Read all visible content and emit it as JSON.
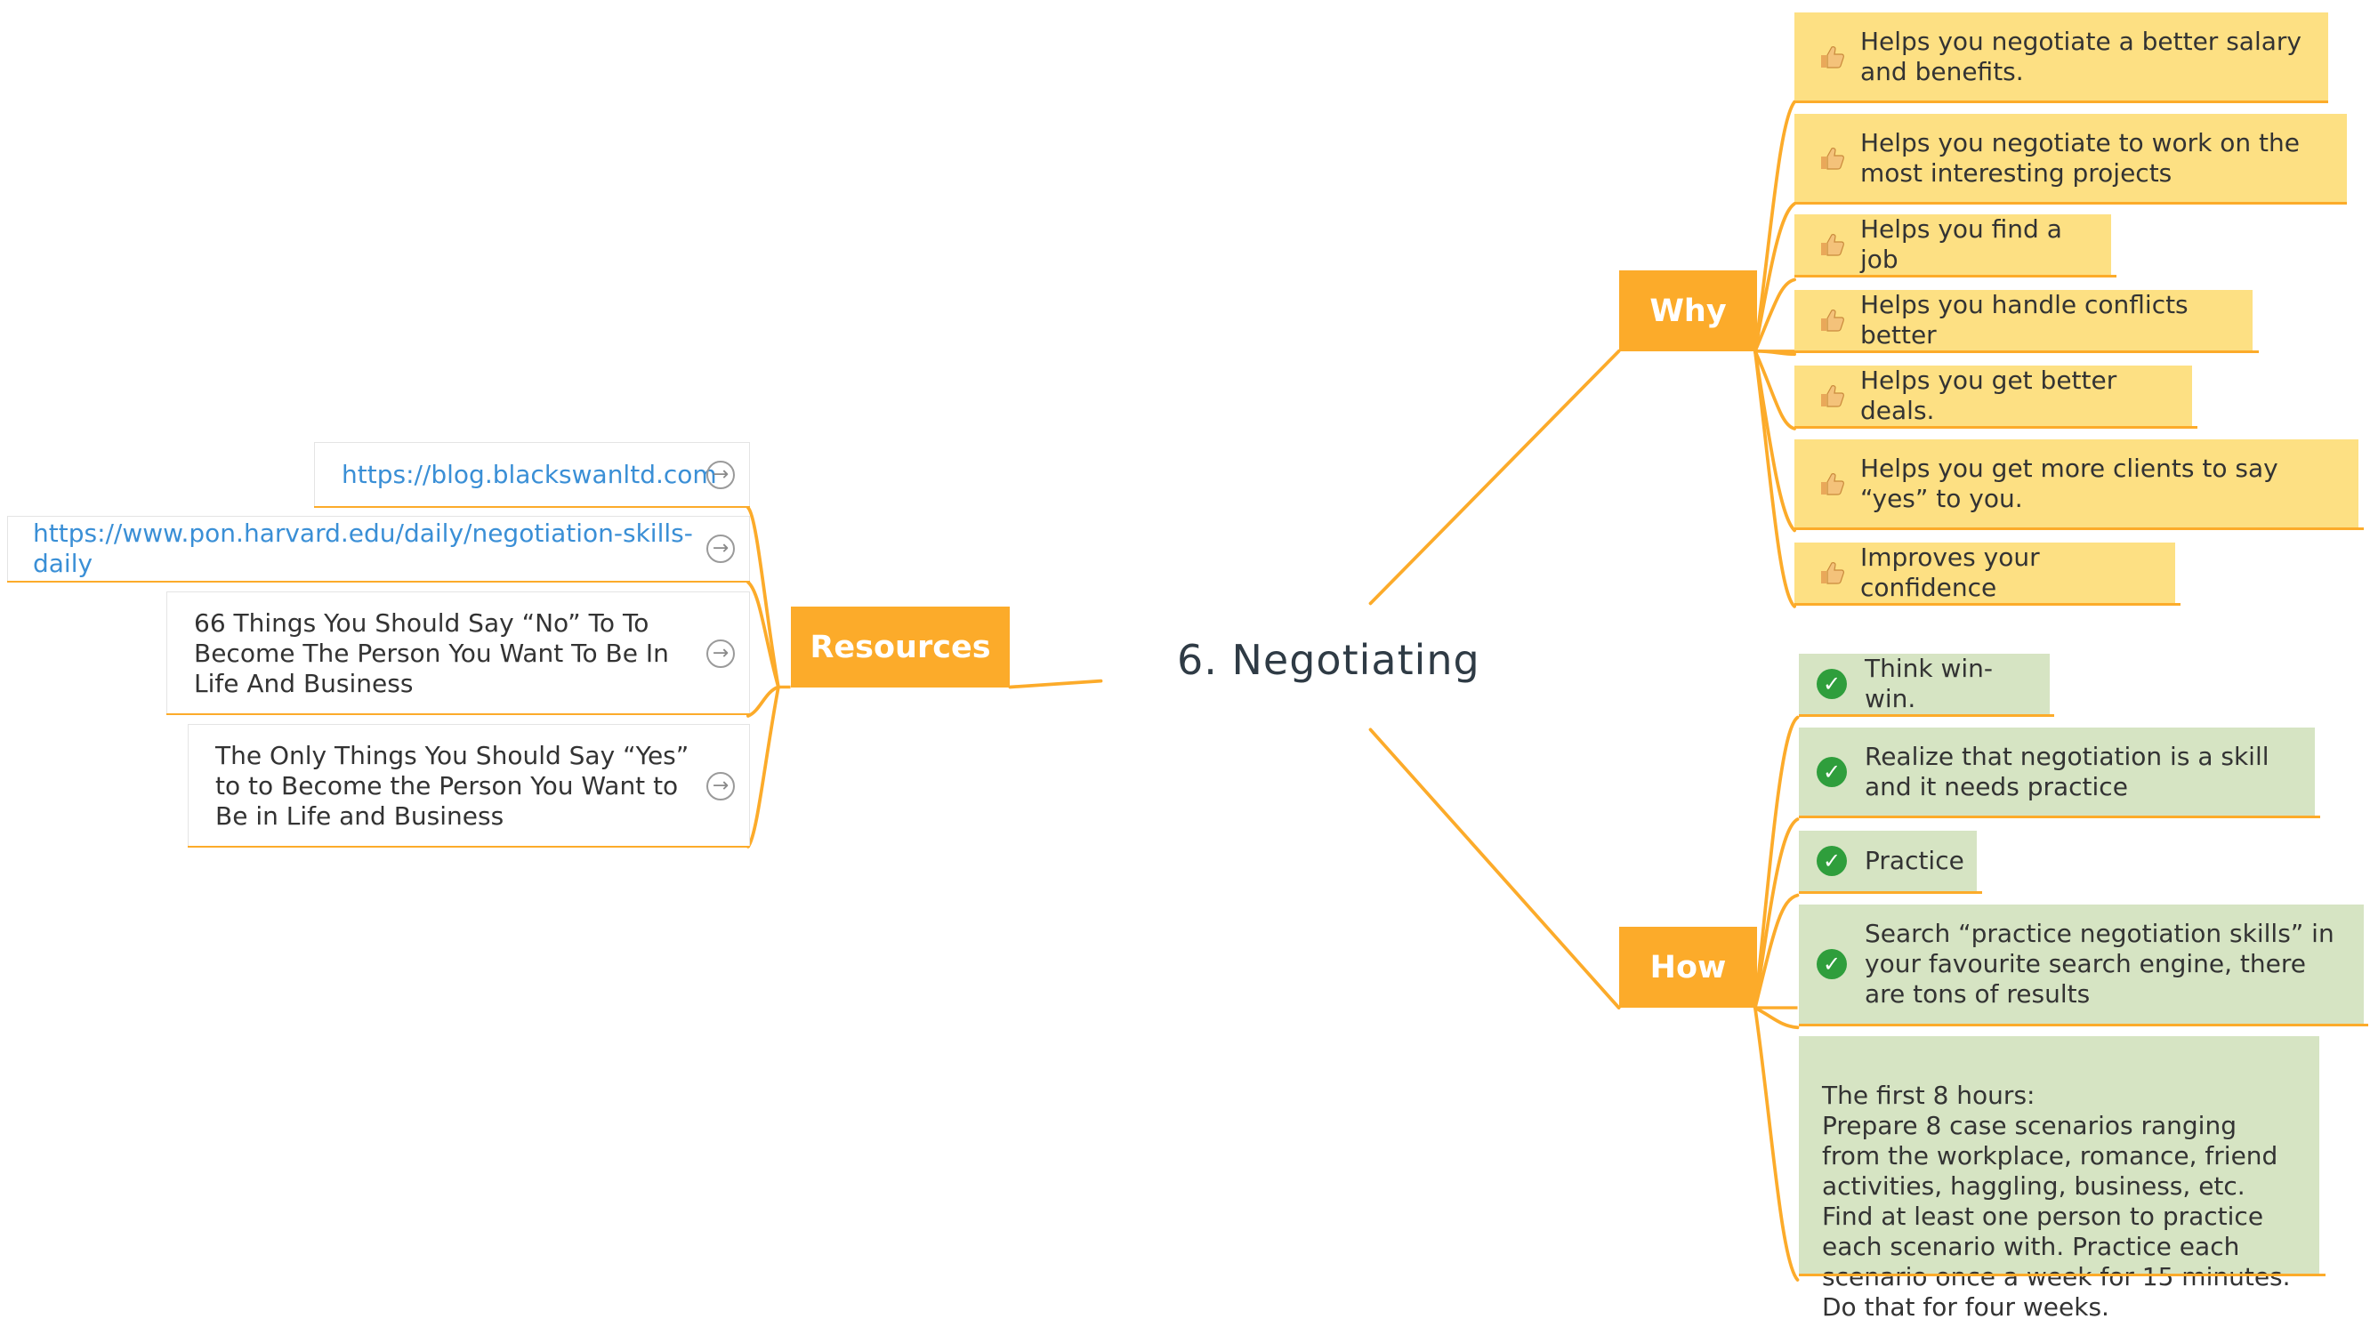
{
  "central_topic": "6. Negotiating",
  "colors": {
    "branch": "#fcab2a",
    "why_item_bg": "#fde083",
    "how_item_bg": "#d6e4c3",
    "link_text": "#3a8fd6",
    "check_icon": "#2f9e3c"
  },
  "branches": {
    "why": {
      "label": "Why",
      "items": [
        {
          "icon": "thumbs-up-icon",
          "text": "Helps you negotiate a better salary and benefits."
        },
        {
          "icon": "thumbs-up-icon",
          "text": "Helps you negotiate to work on the most interesting projects"
        },
        {
          "icon": "thumbs-up-icon",
          "text": "Helps you find a job"
        },
        {
          "icon": "thumbs-up-icon",
          "text": "Helps you handle conflicts better"
        },
        {
          "icon": "thumbs-up-icon",
          "text": "Helps you get better deals."
        },
        {
          "icon": "thumbs-up-icon",
          "text": "Helps you get more clients to say “yes” to you."
        },
        {
          "icon": "thumbs-up-icon",
          "text": "Improves your confidence"
        }
      ]
    },
    "how": {
      "label": "How",
      "items": [
        {
          "icon": "check-circle-icon",
          "text": "Think win-win."
        },
        {
          "icon": "check-circle-icon",
          "text": "Realize that negotiation is a skill and it needs practice"
        },
        {
          "icon": "check-circle-icon",
          "text": "Practice"
        },
        {
          "icon": "check-circle-icon",
          "text": "Search “practice negotiation skills” in your favourite search engine, there are tons of results"
        }
      ],
      "note": "The first 8 hours:\nPrepare 8 case scenarios ranging from the workplace, romance, friend activities, haggling, business, etc. Find at least one person to practice each scenario with. Practice each scenario once a week for 15 minutes. Do that for four weeks."
    },
    "resources": {
      "label": "Resources",
      "items": [
        {
          "type": "link",
          "icon": "arrow-right-circle-icon",
          "text": "https://blog.blackswanltd.com"
        },
        {
          "type": "link",
          "icon": "arrow-right-circle-icon",
          "text": "https://www.pon.harvard.edu/daily/negotiation-skills-daily"
        },
        {
          "type": "text",
          "icon": "arrow-right-circle-icon",
          "text": "66 Things You Should Say “No” To To Become The Person You Want To Be In Life And Business"
        },
        {
          "type": "text",
          "icon": "arrow-right-circle-icon",
          "text": "The Only Things You Should Say “Yes” to to Become the Person You Want to Be in Life and Business"
        }
      ]
    }
  }
}
